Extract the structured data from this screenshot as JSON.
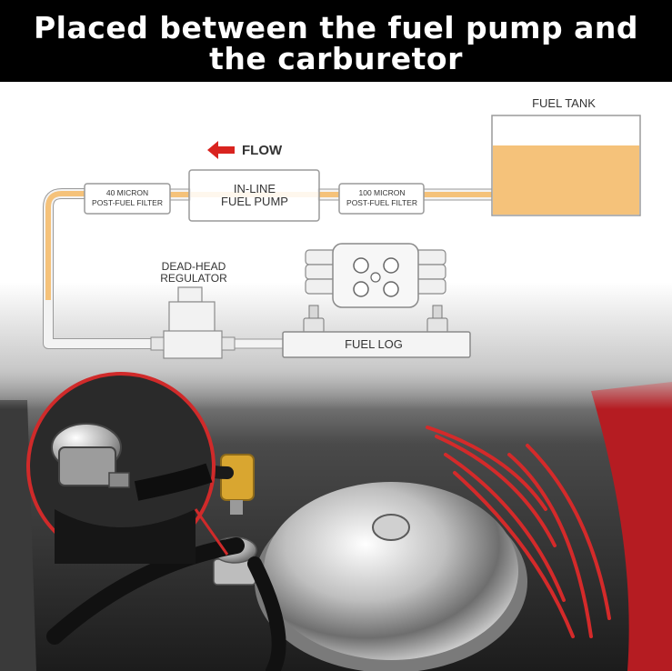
{
  "header": {
    "line1": "Placed between the fuel pump and",
    "line2": "the carburetor"
  },
  "diagram": {
    "fuel_tank_label": "FUEL TANK",
    "flow_label": "FLOW",
    "filter_40": {
      "line1": "40 MICRON",
      "line2": "POST-FUEL FILTER"
    },
    "pump": {
      "line1": "IN-LINE",
      "line2": "FUEL PUMP"
    },
    "filter_100": {
      "line1": "100 MICRON",
      "line2": "POST-FUEL FILTER"
    },
    "regulator": {
      "line1": "DEAD-HEAD",
      "line2": "REGULATOR"
    },
    "fuel_log_label": "FUEL LOG"
  },
  "colors": {
    "fuel": "#f5c27a",
    "flow_arrow": "#d9231f",
    "header_bg": "#000000",
    "header_text": "#ffffff",
    "engine_red": "#c81e24"
  },
  "icons": [
    "flow-arrow-icon",
    "fuel-tank-icon",
    "fuel-filter-icon",
    "fuel-pump-icon",
    "regulator-icon",
    "carburetor-icon",
    "fuel-log-icon"
  ]
}
